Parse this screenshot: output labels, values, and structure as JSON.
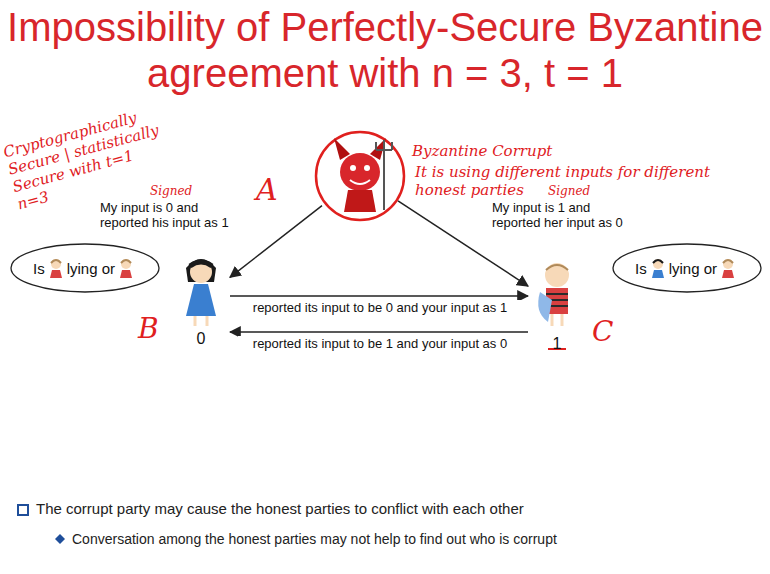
{
  "diagram": {
    "title": "Impossibility of Perfectly-Secure Byzantine agreement with n = 3, t = 1",
    "nodes": [
      {
        "text": [
          "A"
        ]
      },
      {
        "text": [
          "0",
          "B"
        ]
      },
      {
        "text": [
          "1",
          "C"
        ]
      },
      {
        "text": [
          "Is",
          "lying or"
        ]
      },
      {
        "text": [
          "Is",
          "lying or"
        ]
      }
    ],
    "edges": [
      {
        "from": 0,
        "to": 1,
        "arrow": "to",
        "label": "My input is 0 and reported his input as 1"
      },
      {
        "from": 0,
        "to": 2,
        "arrow": "to",
        "label": "My input is 1 and reported her input as 0"
      },
      {
        "from": 1,
        "to": 2,
        "arrow": "to",
        "label": "reported its input to be 0 and your input as 1"
      },
      {
        "from": 2,
        "to": 1,
        "arrow": "to",
        "label": "reported its input to be 1 and your input as 0"
      }
    ],
    "labels": [
      "Cryptographically Secure | statistically Secure with t=1 n=3",
      "Signed",
      "Signed",
      "Byzantine Corrupt",
      "It is using different inputs for different honest parties",
      "The corrupt party may cause the honest parties to conflict with each other",
      "Conversation among the honest parties may not help to find out who is corrupt"
    ]
  }
}
